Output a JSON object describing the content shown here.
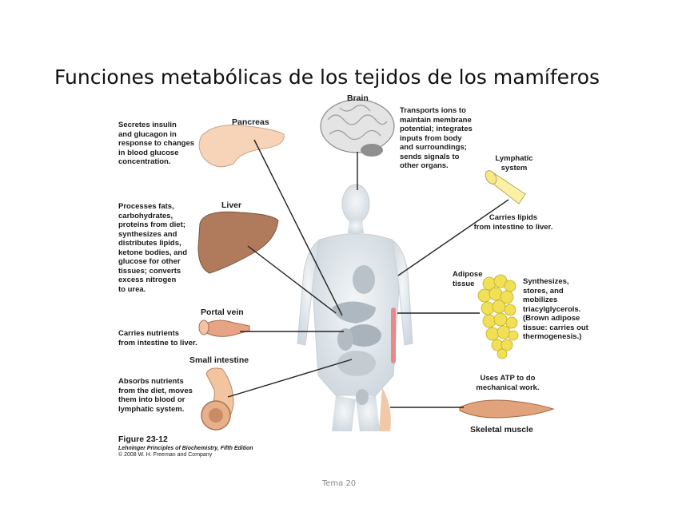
{
  "slide": {
    "title": "Funciones metabólicas de los tejidos de los mamíferos",
    "footer": "Tema 20"
  },
  "organs": {
    "brain": {
      "name": "Brain",
      "description": "Transports ions to\nmaintain membrane\npotential; integrates\ninputs from body\nand surroundings;\nsends signals to\nother organs."
    },
    "pancreas": {
      "name": "Pancreas",
      "description": "Secretes insulin\nand glucagon in\nresponse to changes\nin blood glucose\nconcentration."
    },
    "lymphatic": {
      "name": "Lymphatic\nsystem",
      "description": "Carries lipids\nfrom intestine to liver."
    },
    "liver": {
      "name": "Liver",
      "description": "Processes fats,\ncarbohydrates,\nproteins from diet;\nsynthesizes and\ndistributes lipids,\nketone bodies, and\nglucose for other\ntissues; converts\nexcess nitrogen\nto urea."
    },
    "adipose": {
      "name": "Adipose\ntissue",
      "description": "Synthesizes,\nstores, and\nmobilizes\ntriacylglycerols.\n(Brown adipose\ntissue: carries out\nthermogenesis.)"
    },
    "portal_vein": {
      "name": "Portal vein",
      "description": "Carries nutrients\nfrom intestine to liver."
    },
    "small_intestine": {
      "name": "Small intestine",
      "description": "Absorbs nutrients\nfrom the diet, moves\nthem into blood or\nlymphatic system."
    },
    "skeletal_muscle": {
      "name": "Skeletal muscle",
      "description": "Uses ATP to do\nmechanical work."
    }
  },
  "caption": {
    "figure": "Figure 23-12",
    "book": "Lehninger Principles of Biochemistry, Fifth Edition",
    "copyright": "© 2008 W. H. Freeman and Company"
  },
  "colors": {
    "body": "#dde4ea",
    "liver": "#b07a5c",
    "pancreas": "#f7d3b8",
    "adipose": "#f1df55",
    "muscle": "#e0a37c",
    "lymph": "#fbf1a6",
    "intestine": "#f2c4a0",
    "brain": "#e4e4e4",
    "leader": "#222222"
  }
}
